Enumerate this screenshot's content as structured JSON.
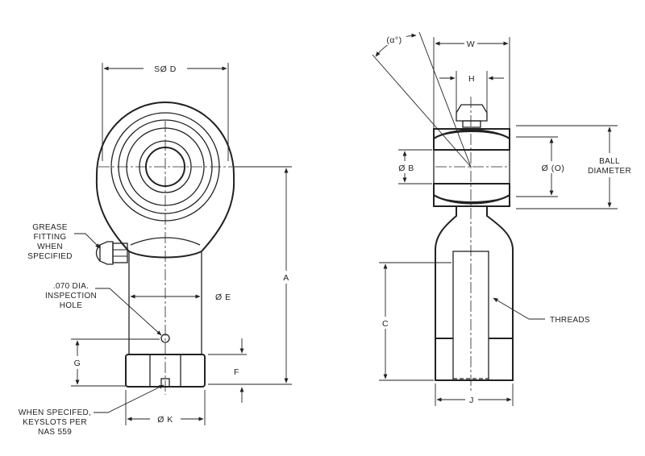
{
  "front_view": {
    "dims": {
      "sd": "SØ D",
      "e": "Ø E",
      "a": "A",
      "g": "G",
      "f": "F",
      "k": "Ø K"
    },
    "notes": {
      "grease": [
        "GREASE",
        "FITTING",
        "WHEN",
        "SPECIFIED"
      ],
      "inspection": [
        ".070 DIA.",
        "INSPECTION",
        "HOLE"
      ],
      "keyslots": [
        "WHEN SPECIFED,",
        "KEYSLOTS PER",
        "NAS 559"
      ]
    }
  },
  "section_view": {
    "dims": {
      "alpha": "(α°)",
      "w": "W",
      "h": "H",
      "b": "Ø B",
      "o": "Ø (O)",
      "c": "C",
      "j": "J"
    },
    "notes": {
      "ball_diameter": [
        "BALL",
        "DIAMETER"
      ],
      "threads": "THREADS"
    }
  }
}
